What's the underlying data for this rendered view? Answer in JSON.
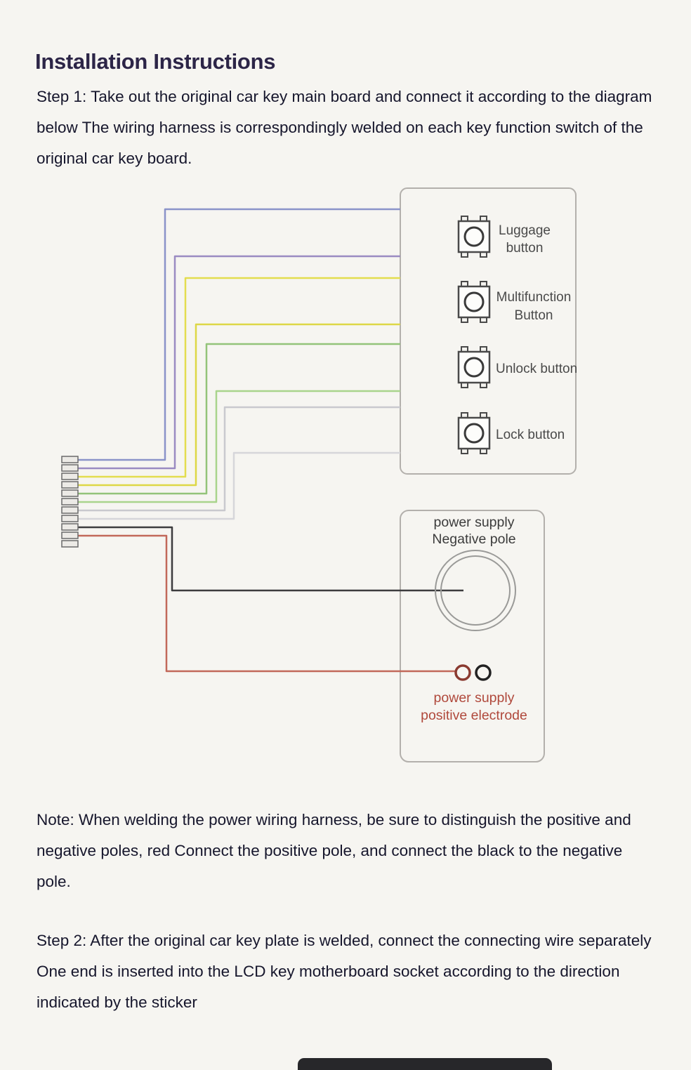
{
  "page": {
    "title": "Installation Instructions",
    "step1": "Step 1: Take out the original car key main board and connect it according to the diagram below The wiring harness is correspondingly welded on each key function switch of the original car key board.",
    "note": "Note: When welding the power wiring harness, be sure to distinguish the positive and negative poles, red Connect the positive pole, and connect the black to the negative pole.",
    "step2": "Step 2: After the original car key plate is welded, connect the connecting wire separately One end is inserted into the LCD key motherboard socket according to the direction indicated by the sticker"
  },
  "diagram": {
    "buttons": [
      {
        "line1": "Luggage",
        "line2": "button"
      },
      {
        "line1": "Multifunction",
        "line2": "Button"
      },
      {
        "line1": "Unlock button",
        "line2": ""
      },
      {
        "line1": "Lock button",
        "line2": ""
      }
    ],
    "power_negative": {
      "line1": "power supply",
      "line2": "Negative pole"
    },
    "power_positive": {
      "line1": "power supply",
      "line2": "positive electrode"
    },
    "wires": [
      {
        "name": "blue",
        "color": "#8a93c9"
      },
      {
        "name": "purple",
        "color": "#9a8bc2"
      },
      {
        "name": "yellow-1",
        "color": "#e3dd4f"
      },
      {
        "name": "yellow-2",
        "color": "#ddd747"
      },
      {
        "name": "green-1",
        "color": "#93c47a"
      },
      {
        "name": "green-2",
        "color": "#a9d48c"
      },
      {
        "name": "gray-1",
        "color": "#c9c9ce"
      },
      {
        "name": "gray-2",
        "color": "#d6d6da"
      },
      {
        "name": "black",
        "color": "#3c3c3e"
      },
      {
        "name": "red",
        "color": "#c2685a"
      }
    ],
    "colors": {
      "box_border": "#b3b0ac",
      "positive_text": "#b0493c",
      "negative_circle": "#9a9a98",
      "positive_circle_left": "#8a3a30",
      "positive_circle_right": "#222222"
    }
  }
}
